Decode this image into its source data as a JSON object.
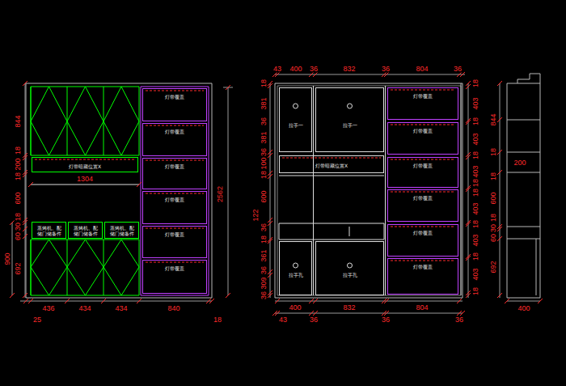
{
  "diagram": {
    "nodes": [
      {
        "text": [
          "灯带覆盖"
        ]
      },
      {
        "text": [
          "灯带覆盖"
        ]
      },
      {
        "text": [
          "灯带覆盖"
        ]
      },
      {
        "text": [
          "灯带覆盖"
        ]
      },
      {
        "text": [
          "灯带覆盖"
        ]
      },
      {
        "text": [
          "灯带覆盖"
        ]
      },
      {
        "text": [
          "灯带暗藏位置X"
        ]
      },
      {
        "text": [
          "蒸烤机、配 储门储备件"
        ]
      },
      {
        "text": [
          "蒸烤机、配 储门储备件"
        ]
      },
      {
        "text": [
          "蒸烤机、配 储门储备件"
        ]
      },
      {
        "text": [
          "拉手一"
        ]
      },
      {
        "text": [
          "拉手一"
        ]
      },
      {
        "text": [
          "灯带暗藏位置X"
        ]
      },
      {
        "text": [
          "灯带覆盖"
        ]
      },
      {
        "text": [
          "灯带覆盖"
        ]
      },
      {
        "text": [
          "灯带覆盖"
        ]
      },
      {
        "text": [
          "灯带覆盖"
        ]
      },
      {
        "text": [
          "灯带覆盖"
        ]
      },
      {
        "text": [
          "灯带覆盖"
        ]
      },
      {
        "text": [
          "拉手孔"
        ]
      },
      {
        "text": [
          "拉手孔"
        ]
      }
    ],
    "labels": [
      "844",
      "18",
      "200",
      "18",
      "600",
      "18",
      "30",
      "60",
      "900",
      "692",
      "1304",
      "2562",
      "436",
      "434",
      "434",
      "840",
      "25",
      "18",
      "43",
      "400",
      "36",
      "832",
      "36",
      "804",
      "36",
      "18",
      "381",
      "36",
      "381",
      "36",
      "100",
      "18",
      "600",
      "122",
      "36",
      "18",
      "361",
      "36",
      "309",
      "36",
      "18",
      "403",
      "18",
      "403",
      "18",
      "403",
      "18",
      "18",
      "403",
      "18",
      "403",
      "18",
      "403",
      "18",
      "400",
      "832",
      "804",
      "43",
      "36",
      "36",
      "36",
      "844",
      "18",
      "200",
      "18",
      "600",
      "18",
      "30",
      "60",
      "692",
      "400"
    ]
  }
}
